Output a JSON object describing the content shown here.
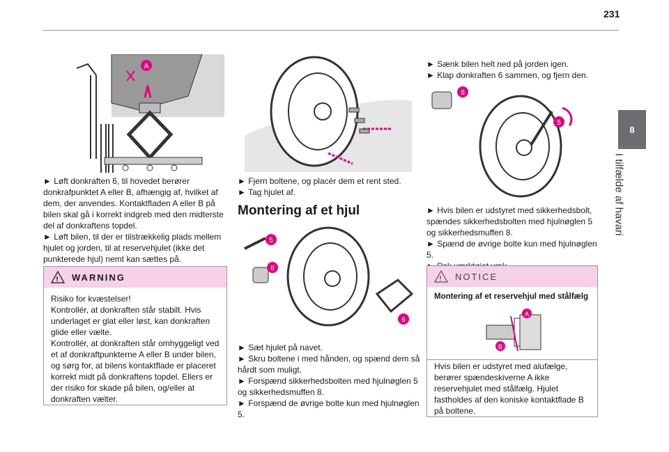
{
  "page": {
    "number": "231"
  },
  "side": {
    "chapter_number": "8",
    "chapter_title": "I tilfælde af havari"
  },
  "col1": {
    "p1": "► Løft donkraften 6, til hovedet berører donkrafpunktet A eller B, afhængig af, hvilket af dem, der anvendes. Kontaktfladen A eller B på bilen skal gå i korrekt indgreb med den midterste del af donkraftens topdel.",
    "p2": "► Løft bilen, til der er tilstrækkelig plads mellem hjulet og jorden, til at reservehjulet (ikke det punkterede hjul) nemt kan sættes på."
  },
  "warning": {
    "title": "WARNING",
    "body": "Risiko for kvæstelser!\nKontrollér, at donkraften står stabilt. Hvis underlaget er glat eller løst, kan donkraften glide eller vælte.\nKontrollér, at donkraften står omhyggeligt ved et af donkraftpunkterne A eller B under bilen, og sørg for, at bilens kontaktflade er placeret korrekt midt på donkraftens topdel. Ellers er der risiko for skade på bilen, og/eller at donkraften vælter."
  },
  "col2": {
    "p1": "► Fjern boltene, og placér dem et rent sted.",
    "p2": "► Tag hjulet af.",
    "heading": "Montering af et hjul",
    "p3": "► Sæt hjulet på navet.",
    "p4": "► Skru boltene i med hånden, og spænd dem så hårdt som muligt.",
    "p5": "► Forspænd sikkerhedsbolten med hjulnøglen 5 og sikkerhedsmuffen 8.",
    "p6": "► Forspænd de øvrige bolte kun med hjulnøglen 5."
  },
  "col3": {
    "p1": "► Sænk bilen helt ned på jorden igen.",
    "p2": "► Klap donkraften 6 sammen, og fjern den.",
    "p3": "► Hvis bilen er udstyret med sikkerhedsbolt, spændes sikkerhedsbolten med hjulnøglen 5 og sikkerhedsmuffen 8.",
    "p4": "► Spænd de øvrige bolte kun med hjulnøglen 5.",
    "p5": "► Pak værktøjet væk."
  },
  "notice": {
    "title": "NOTICE",
    "subtitle": "Montering af et reservehjul med stålfælg",
    "body": "Hvis bilen er udstyret med alufælge, berører spændeskiverne A ikke reservehjulet med stålfælg. Hjulet fastholdes af den koniske kontaktflade B på boltene."
  },
  "labels": {
    "a": "A",
    "b": "B",
    "five": "5",
    "six": "6",
    "eight": "8"
  },
  "colors": {
    "accent": "#e5007e",
    "notice_bg": "#f7d0ea",
    "tab": "#6b6d70"
  }
}
